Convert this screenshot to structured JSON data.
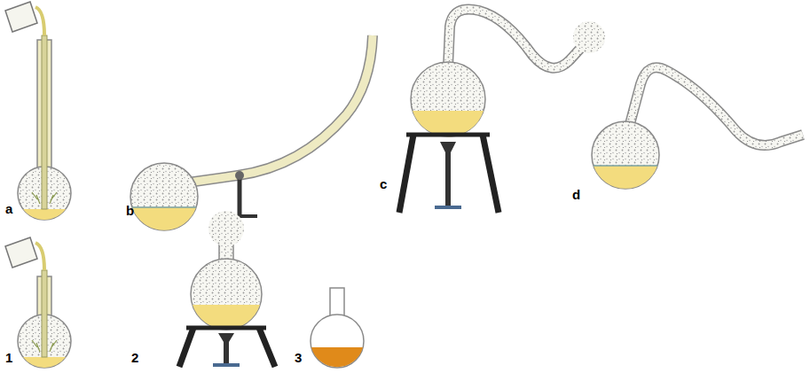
{
  "diagram": {
    "labels": [
      "a",
      "b",
      "c",
      "d",
      "1",
      "2",
      "3"
    ]
  }
}
